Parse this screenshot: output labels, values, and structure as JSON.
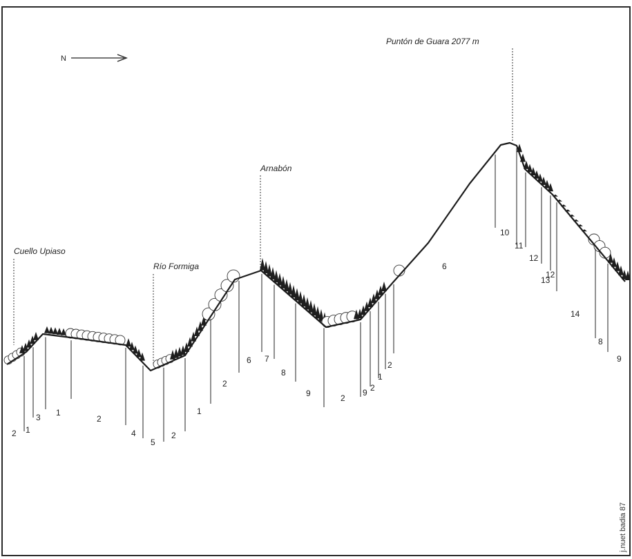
{
  "diagram": {
    "north_label": "N",
    "places": {
      "cuello_upiaso": "Cuello Upiaso",
      "rio_formiga": "Río Formiga",
      "arnabon": "Arnabón",
      "punton": "Puntón de Guara 2077 m"
    },
    "zones": [
      "2",
      "1",
      "3",
      "1",
      "2",
      "4",
      "5",
      "2",
      "1",
      "2",
      "6",
      "7",
      "8",
      "9",
      "2",
      "9",
      "2",
      "1",
      "2",
      "6",
      "10",
      "11",
      "12",
      "13",
      "12",
      "14",
      "8",
      "9"
    ],
    "signature": "j.nuet badia 87"
  }
}
